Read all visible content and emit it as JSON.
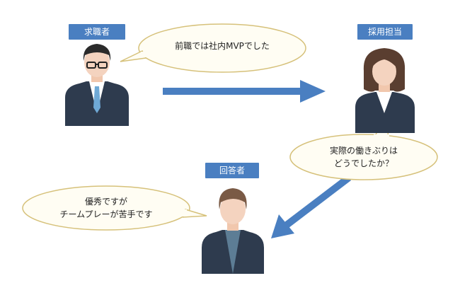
{
  "colors": {
    "label_bg": "#4a7fc1",
    "arrow": "#4a7fc1",
    "bubble_fill": "#fffdf3",
    "bubble_stroke": "#d6c17a",
    "suit": "#2e3b4e",
    "skin": "#f4d3bf",
    "hair_dark": "#2b2b2b",
    "hair_brown": "#7a5a45",
    "tie": "#6fa9d6"
  },
  "nodes": {
    "applicant": {
      "label": "求職者"
    },
    "recruiter": {
      "label": "採用担当"
    },
    "respondent": {
      "label": "回答者"
    }
  },
  "bubbles": {
    "applicant": {
      "lines": [
        "前職では社内MVPでした"
      ]
    },
    "recruiter": {
      "lines": [
        "実際の働きぶりは",
        "どうでしたか？"
      ]
    },
    "respondent": {
      "lines": [
        "優秀ですが",
        "チームプレーが苦手です"
      ]
    }
  },
  "icons": {
    "applicant": "businessman-with-glasses-icon",
    "recruiter": "businesswoman-icon",
    "respondent": "businessman-icon",
    "arrow1": "arrow-right-icon",
    "arrow2": "arrow-down-left-icon"
  }
}
